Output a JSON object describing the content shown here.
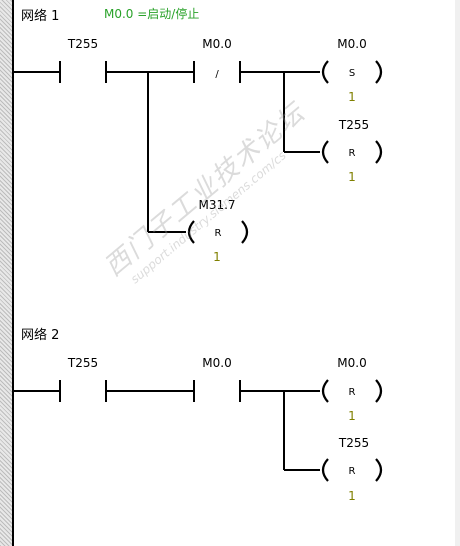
{
  "networks": [
    {
      "title": "网络 1",
      "comment": "M0.0 =启动/停止",
      "contacts": [
        {
          "operand": "T255",
          "type": "NO"
        },
        {
          "operand": "M0.0",
          "type": "NC",
          "symbol": "/"
        }
      ],
      "coils": [
        {
          "operand": "M0.0",
          "instr": "S",
          "count": "1"
        },
        {
          "operand": "T255",
          "instr": "R",
          "count": "1"
        },
        {
          "operand": "M31.7",
          "instr": "R",
          "count": "1"
        }
      ]
    },
    {
      "title": "网络 2",
      "contacts": [
        {
          "operand": "T255",
          "type": "NO"
        },
        {
          "operand": "M0.0",
          "type": "NO"
        }
      ],
      "coils": [
        {
          "operand": "M0.0",
          "instr": "R",
          "count": "1"
        },
        {
          "operand": "T255",
          "instr": "R",
          "count": "1"
        }
      ]
    }
  ],
  "watermark": {
    "text_cn": "西门子工业技术论坛",
    "text_url": "support.industry.siemens.com/cs"
  },
  "colors": {
    "comment": "#2aa22a",
    "count": "#808000",
    "wire": "#000000"
  }
}
